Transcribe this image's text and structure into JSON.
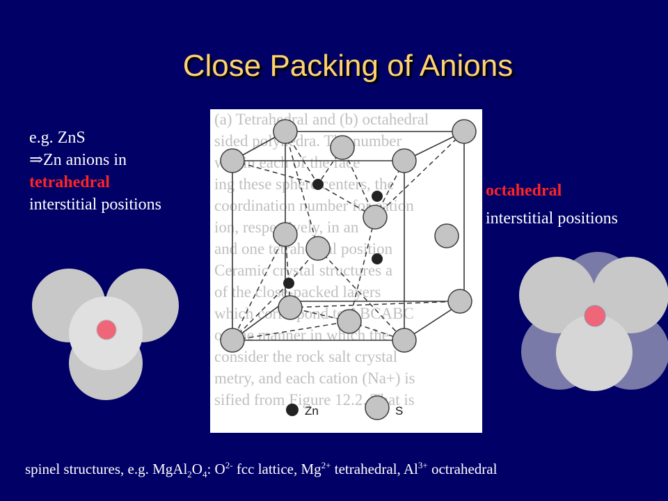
{
  "slide": {
    "title": "Close Packing of Anions",
    "left": {
      "example": "e.g. ZnS",
      "arrow": "⇒",
      "line2": "Zn anions in",
      "highlight": "tetrahedral",
      "line4": "interstitial positions"
    },
    "right": {
      "highlight": "octahedral",
      "line2": "interstitial positions"
    },
    "figure": {
      "legend_zn": "Zn",
      "legend_s": "S",
      "background_text": [
        "(a) Tetrahedral and (b) octahedral",
        "sided polyhedra. The number",
        "within each of the face",
        "ing these sphere centers, the",
        "coordination number for cation",
        "ion, respectively, in an",
        "and one tetrahedral position",
        "Ceramic crystal structures a",
        "of the close-packed layers",
        "which correspond to ABCABC",
        "on the manner in which the",
        "consider the rock salt crystal",
        "metry, and each cation (Na+) is",
        "sified from Figure 12.2. That is"
      ]
    },
    "footnote": {
      "p1": "spinel structures, e.g. MgAl",
      "s1": "2",
      "p2": "O",
      "s2": "4",
      "p3": ": O",
      "sup1": "2-",
      "p4": " fcc lattice, Mg",
      "sup2": "2+",
      "p5": " tetrahedral, Al",
      "sup3": "3+",
      "p6": " octrahedral"
    }
  },
  "colors": {
    "background": "#000066",
    "title": "#FFD26E",
    "highlight": "#FF2424",
    "cation": "#EE6677",
    "anion_sphere": "#C8C8C8",
    "octa_back": "#7777AA"
  }
}
